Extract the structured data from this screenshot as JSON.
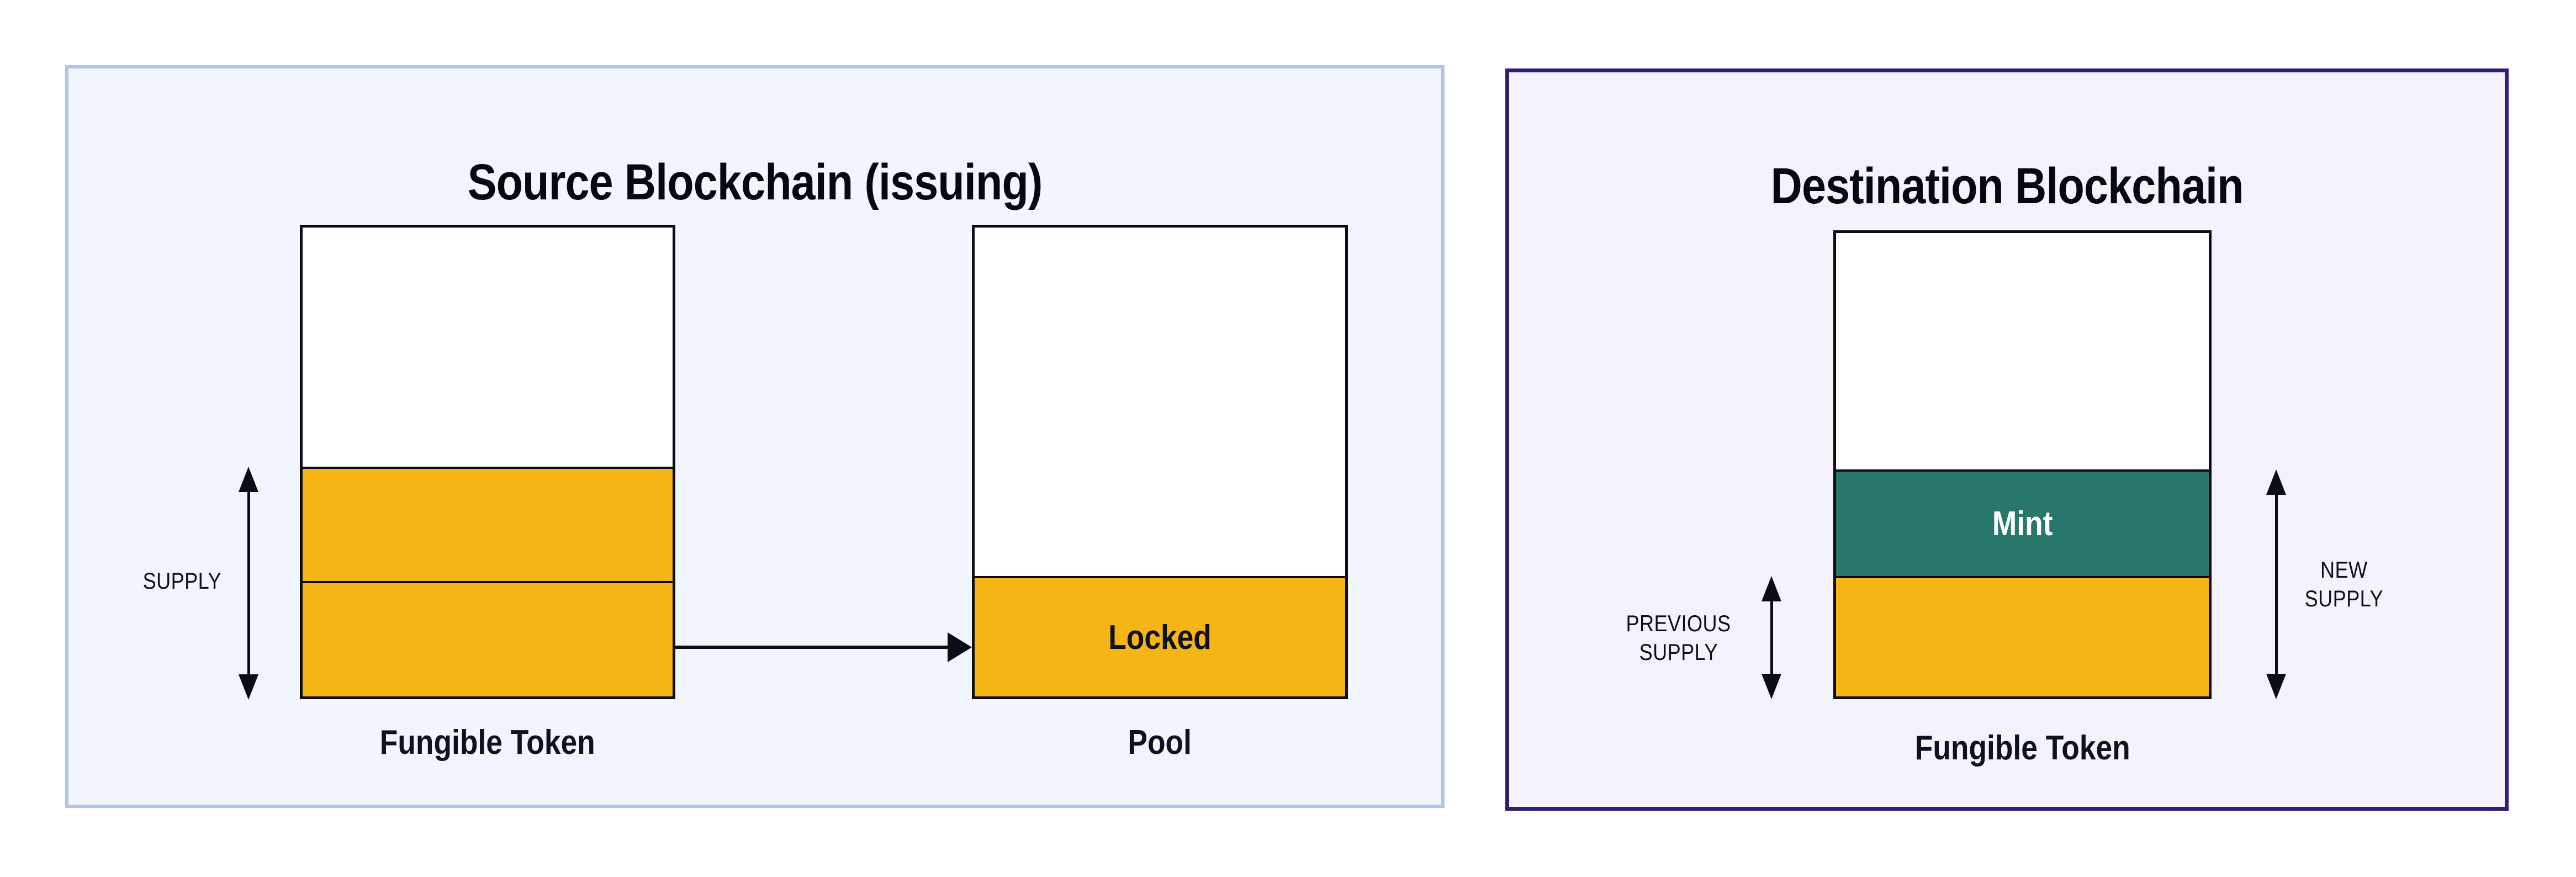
{
  "diagram": {
    "source_panel": {
      "title": "Source Blockchain (issuing)",
      "supply_label": "SUPPLY",
      "fungible_token_box": {
        "caption": "Fungible Token"
      },
      "pool_box": {
        "caption": "Pool",
        "locked_label": "Locked"
      }
    },
    "destination_panel": {
      "title": "Destination Blockchain",
      "mint_label": "Mint",
      "previous_supply": {
        "line1": "PREVIOUS",
        "line2": "SUPPLY"
      },
      "new_supply": {
        "line1": "NEW",
        "line2": "SUPPLY"
      },
      "fungible_token_box": {
        "caption": "Fungible Token"
      }
    },
    "icons": {
      "supply_range": "double-headed-vertical-arrow",
      "transfer": "right-arrow",
      "previous_supply_range": "double-headed-vertical-arrow",
      "new_supply_range": "double-headed-vertical-arrow"
    },
    "colors": {
      "amber": "#f5b514",
      "teal": "#27786a",
      "source_panel_fill": "#f1f5fc",
      "source_panel_border": "#b0c4ee",
      "destination_panel_fill": "#f4f2fb",
      "destination_panel_border": "#2f2077",
      "box_border": "#0a0d18",
      "label_text": "#0d1120",
      "mint_text": "#ffffff"
    }
  }
}
